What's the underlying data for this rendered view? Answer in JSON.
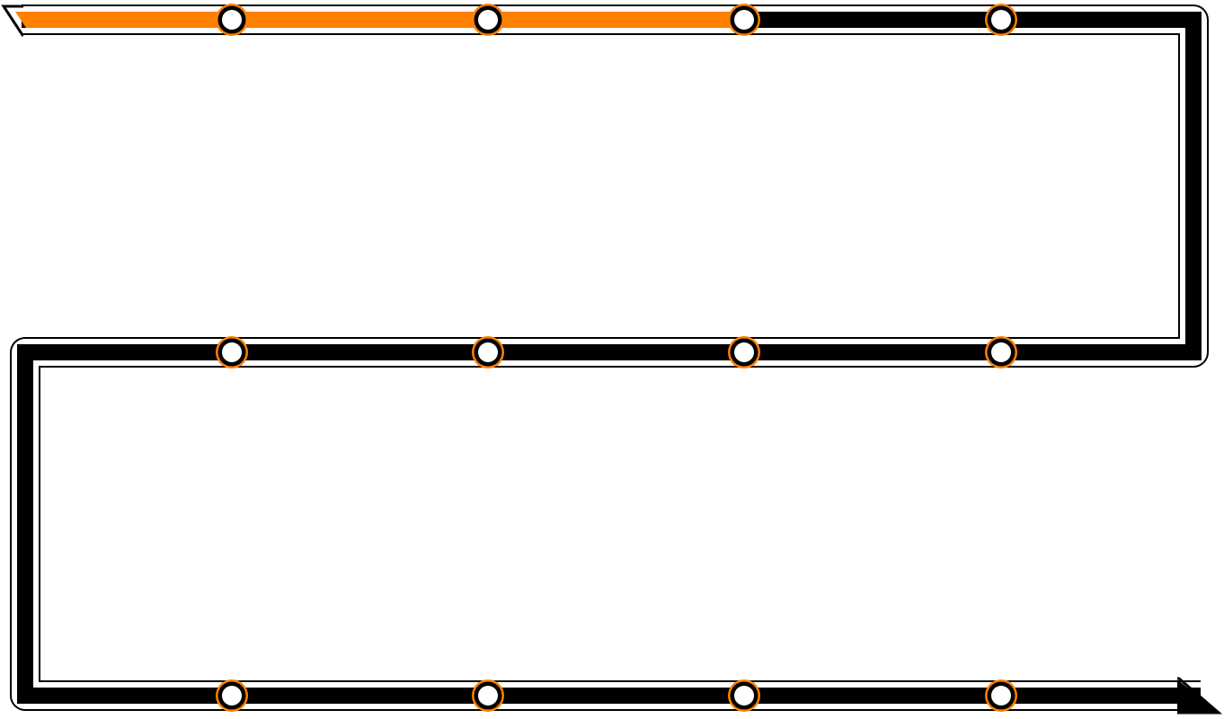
{
  "progress_track": {
    "rows": 3,
    "nodes_per_row": 4,
    "completed_nodes": 3,
    "total_nodes": 12,
    "colors": {
      "track": "#000000",
      "track_outline": "#ffffff",
      "progress": "#ff8000",
      "node_ring": "#ff8000",
      "node_fill": "#ffffff"
    }
  }
}
